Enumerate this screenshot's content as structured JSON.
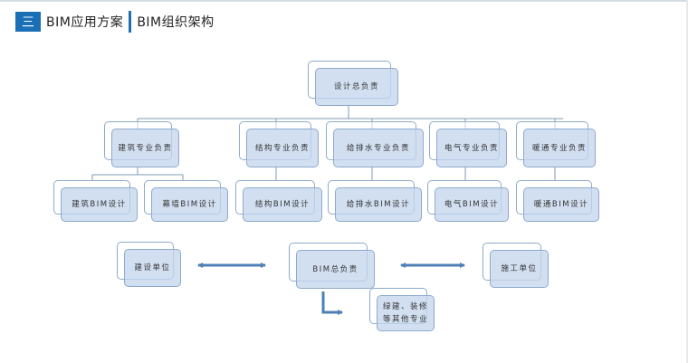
{
  "header": {
    "section_number": "三",
    "section_title": "BIM应用方案",
    "subtitle": "BIM组织架构"
  },
  "colors": {
    "accent": "#1a6fb5",
    "box_fill": "#c4d6ed",
    "box_border": "#8eaacb",
    "connector": "#7f9ab3",
    "arrow": "#4f7fb6"
  },
  "org_chart": {
    "root": "设计总负责",
    "disciplines": [
      {
        "lead": "建筑专业负责",
        "designers": [
          "建筑BIM设计",
          "幕墙BIM设计"
        ]
      },
      {
        "lead": "结构专业负责",
        "designers": [
          "结构BIM设计"
        ]
      },
      {
        "lead": "给排水专业负责",
        "designers": [
          "给排水BIM设计"
        ]
      },
      {
        "lead": "电气专业负责",
        "designers": [
          "电气BIM设计"
        ]
      },
      {
        "lead": "暖通专业负责",
        "designers": [
          "暖通BIM设计"
        ]
      }
    ]
  },
  "coordination": {
    "owner": "建设单位",
    "bim_lead": "BIM总负责",
    "contractor": "施工单位",
    "other_specialties": "绿建、装修等其他专业"
  }
}
